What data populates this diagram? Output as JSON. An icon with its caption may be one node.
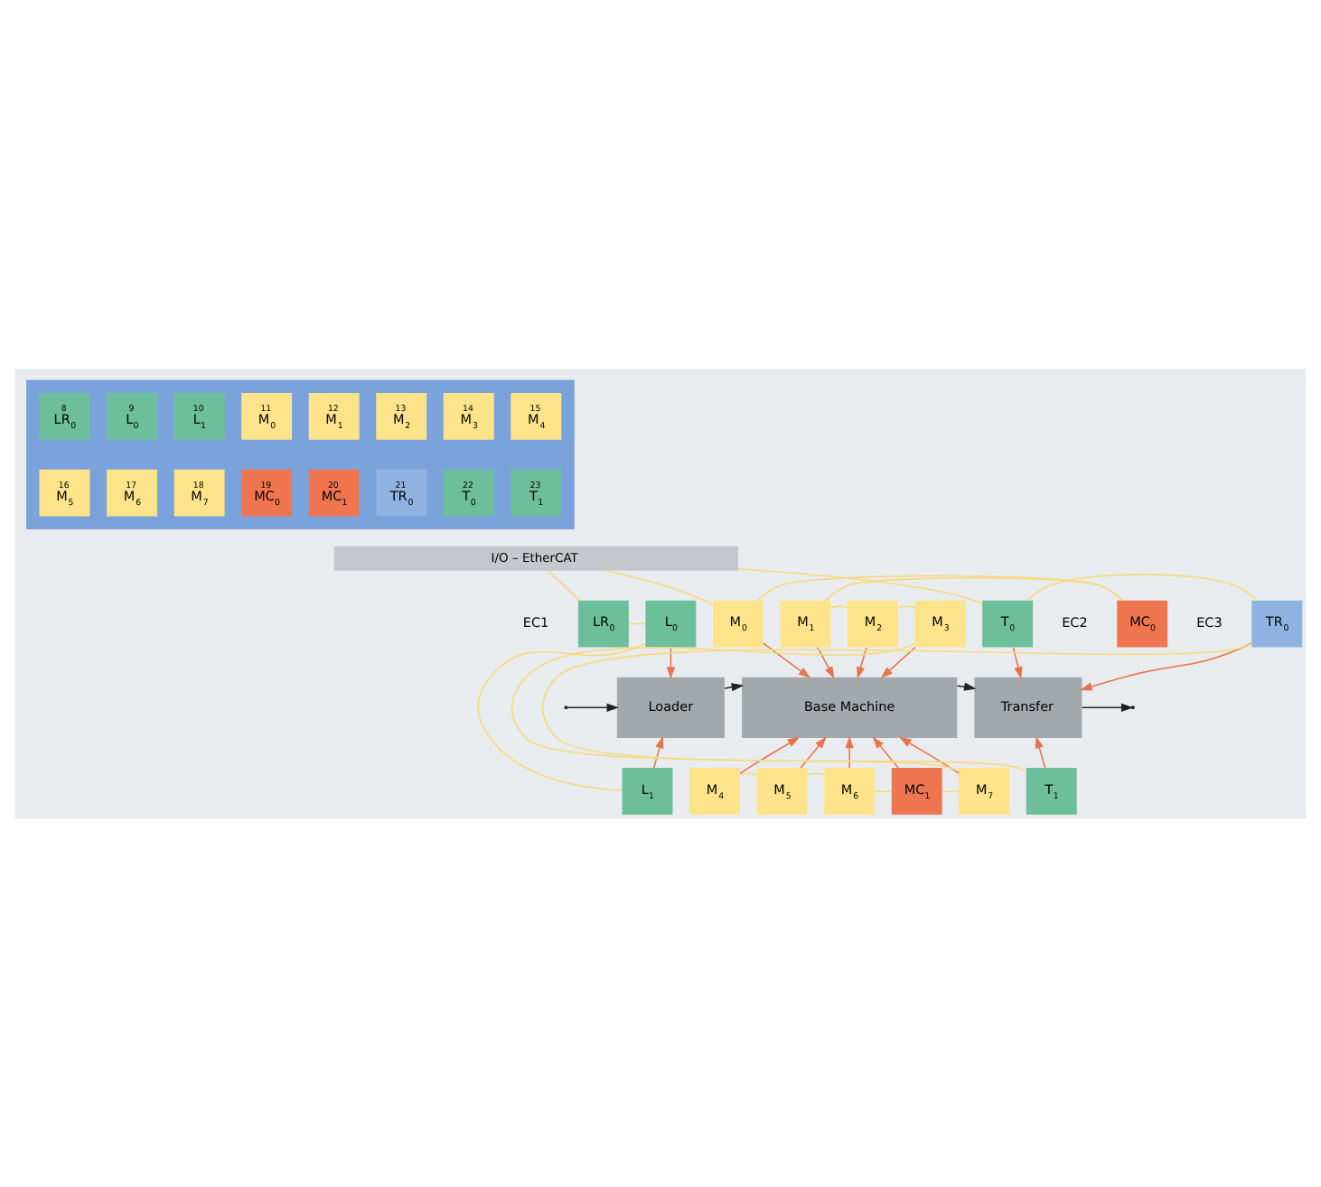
{
  "diagram": {
    "nodes": [
      {
        "text": [],
        "shape": "box"
      },
      {
        "text": [
          "8",
          "LR$_{0}$"
        ],
        "in": 0
      },
      {
        "text": [
          "9",
          "L$_{0}$"
        ],
        "in": 0
      },
      {
        "text": [
          "10",
          "L$_{1}$"
        ],
        "in": 0
      },
      {
        "text": [
          "11",
          "M$_{0}$"
        ],
        "in": 0
      },
      {
        "text": [
          "12",
          "M$_{1}$"
        ],
        "in": 0
      },
      {
        "text": [
          "13",
          "M$_{2}$"
        ],
        "in": 0
      },
      {
        "text": [
          "14",
          "M$_{3}$"
        ],
        "in": 0
      },
      {
        "text": [
          "15",
          "M$_{4}$"
        ],
        "in": 0
      },
      {
        "text": [
          "16",
          "M$_{5}$"
        ],
        "in": 0
      },
      {
        "text": [
          "17",
          "M$_{6}$"
        ],
        "in": 0
      },
      {
        "text": [
          "18",
          "M$_{7}$"
        ],
        "in": 0
      },
      {
        "text": [
          "19",
          "MC$_{0}$"
        ],
        "in": 0
      },
      {
        "text": [
          "20",
          "MC$_{1}$"
        ],
        "in": 0
      },
      {
        "text": [
          "21",
          "TR$_{0}$"
        ],
        "in": 0
      },
      {
        "text": [
          "22",
          "T$_{0}$"
        ],
        "in": 0
      },
      {
        "text": [
          "23",
          "T$_{1}$"
        ],
        "in": 0
      },
      {
        "text": [
          "I/O – EtherCAT"
        ]
      },
      {
        "text": [
          "Loader"
        ]
      },
      {
        "text": [
          "Base Machine"
        ]
      },
      {
        "text": [
          "Transfer"
        ]
      },
      {
        "text": [
          "LR$_{0}$"
        ]
      },
      {
        "text": [
          "L$_{0}$"
        ]
      },
      {
        "text": [
          "L$_{1}$"
        ]
      },
      {
        "text": [
          "MC$_{0}$"
        ]
      },
      {
        "text": [
          "M$_{0}$"
        ]
      },
      {
        "text": [
          "M$_{1}$"
        ]
      },
      {
        "text": [
          "M$_{2}$"
        ]
      },
      {
        "text": [
          "M$_{3}$"
        ]
      },
      {
        "text": [
          "M$_{4}$"
        ]
      },
      {
        "text": [
          "M$_{5}$"
        ]
      },
      {
        "text": [
          "M$_{6}$"
        ]
      },
      {
        "text": [
          "M$_{7}$"
        ]
      },
      {
        "text": [
          "MC$_{1}$"
        ]
      },
      {
        "text": [
          "T$_{0}$"
        ]
      },
      {
        "text": [
          "TR$_{0}$"
        ]
      },
      {
        "text": [
          "T$_{1}$"
        ]
      }
    ],
    "edges": [
      {
        "from": null,
        "to": 18,
        "arrow": "to",
        "color": "#222222"
      },
      {
        "from": 18,
        "to": 19,
        "arrow": "to",
        "color": "#222222"
      },
      {
        "from": 19,
        "to": 20,
        "arrow": "to",
        "color": "#222222"
      },
      {
        "from": 20,
        "to": null,
        "arrow": "to",
        "color": "#222222"
      },
      {
        "from": 22,
        "to": 18,
        "arrow": "to",
        "color": "#e8734f"
      },
      {
        "from": 23,
        "to": 18,
        "arrow": "to",
        "color": "#e8734f"
      },
      {
        "from": 25,
        "to": 19,
        "arrow": "to",
        "color": "#e8734f"
      },
      {
        "from": 26,
        "to": 19,
        "arrow": "to",
        "color": "#e8734f"
      },
      {
        "from": 27,
        "to": 19,
        "arrow": "to",
        "color": "#e8734f"
      },
      {
        "from": 28,
        "to": 19,
        "arrow": "to",
        "color": "#e8734f"
      },
      {
        "from": 29,
        "to": 19,
        "arrow": "to",
        "color": "#e8734f"
      },
      {
        "from": 30,
        "to": 19,
        "arrow": "to",
        "color": "#e8734f"
      },
      {
        "from": 31,
        "to": 19,
        "arrow": "to",
        "color": "#e8734f"
      },
      {
        "from": 33,
        "to": 19,
        "arrow": "to",
        "color": "#e8734f"
      },
      {
        "from": 32,
        "to": 19,
        "arrow": "to",
        "color": "#e8734f"
      },
      {
        "from": 34,
        "to": 20,
        "arrow": "to",
        "color": "#e8734f"
      },
      {
        "from": 35,
        "to": 20,
        "arrow": "to",
        "color": "#e8734f"
      },
      {
        "from": 36,
        "to": 20,
        "arrow": "to",
        "color": "#e8734f"
      },
      {
        "from": 17,
        "to": 21,
        "arrow": "none",
        "color": "#f7d97c"
      },
      {
        "from": 21,
        "to": 22,
        "arrow": "none",
        "color": "#f7d97c"
      },
      {
        "from": 22,
        "to": 23,
        "arrow": "none",
        "color": "#f7d97c"
      },
      {
        "from": 17,
        "to": 25,
        "arrow": "none",
        "color": "#f7d97c"
      },
      {
        "from": 25,
        "to": 24,
        "arrow": "none",
        "color": "#f7d97c"
      },
      {
        "from": 24,
        "to": 26,
        "arrow": "none",
        "color": "#f7d97c"
      },
      {
        "from": 26,
        "to": 27,
        "arrow": "none",
        "color": "#f7d97c"
      },
      {
        "from": 27,
        "to": 28,
        "arrow": "none",
        "color": "#f7d97c"
      },
      {
        "from": 28,
        "to": 32,
        "arrow": "none",
        "color": "#f7d97c"
      },
      {
        "from": 32,
        "to": 33,
        "arrow": "none",
        "color": "#f7d97c"
      },
      {
        "from": 33,
        "to": 31,
        "arrow": "none",
        "color": "#f7d97c"
      },
      {
        "from": 31,
        "to": 30,
        "arrow": "none",
        "color": "#f7d97c"
      },
      {
        "from": 30,
        "to": 29,
        "arrow": "none",
        "color": "#f7d97c"
      },
      {
        "from": 17,
        "to": 34,
        "arrow": "none",
        "color": "#f7d97c"
      },
      {
        "from": 34,
        "to": 35,
        "arrow": "none",
        "color": "#f7d97c"
      },
      {
        "from": 35,
        "to": 36,
        "arrow": "none",
        "color": "#f7d97c"
      }
    ],
    "labels": [
      "EC1",
      "EC2",
      "EC3"
    ]
  }
}
